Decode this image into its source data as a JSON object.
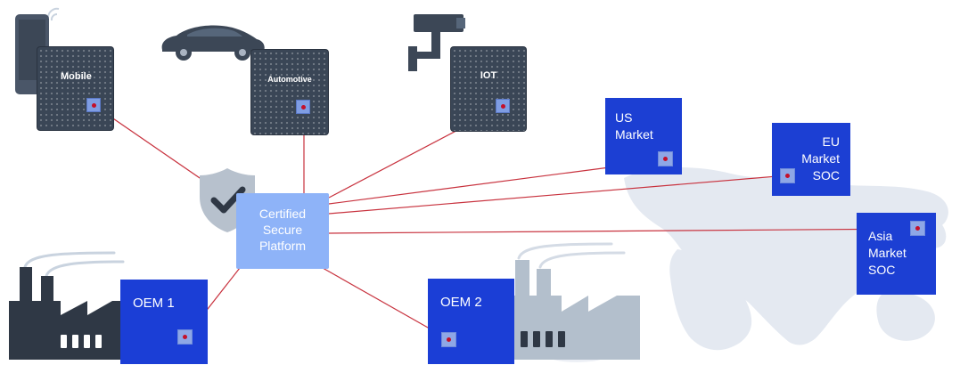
{
  "devices": {
    "mobile": {
      "label": "Mobile",
      "icon": "smartphone-icon"
    },
    "automotive": {
      "label": "Automotive",
      "icon": "car-icon"
    },
    "iot": {
      "label": "IOT",
      "icon": "security-camera-icon"
    }
  },
  "platform": {
    "lines": [
      "Certified",
      "Secure",
      "Platform"
    ],
    "icon": "shield-check-icon"
  },
  "markets": {
    "us": {
      "lines": [
        "US",
        "Market"
      ]
    },
    "eu": {
      "lines": [
        "EU",
        "Market",
        "SOC"
      ]
    },
    "asia": {
      "lines": [
        "Asia",
        "Market",
        "SOC"
      ]
    }
  },
  "oems": {
    "oem1": {
      "label": "OEM 1",
      "icon": "factory-icon"
    },
    "oem2": {
      "label": "OEM 2",
      "icon": "factory-icon"
    }
  },
  "colors": {
    "link_line": "#c8323e",
    "market_blue": "#1c3fd3",
    "oem_blue": "#1b3ed6",
    "platform_blue": "#8eb3f8",
    "chip_dark": "#3a4656",
    "factory_dark": "#2f3845",
    "factory_light": "#b3bfcc",
    "map_gray": "#e3e8f0"
  }
}
